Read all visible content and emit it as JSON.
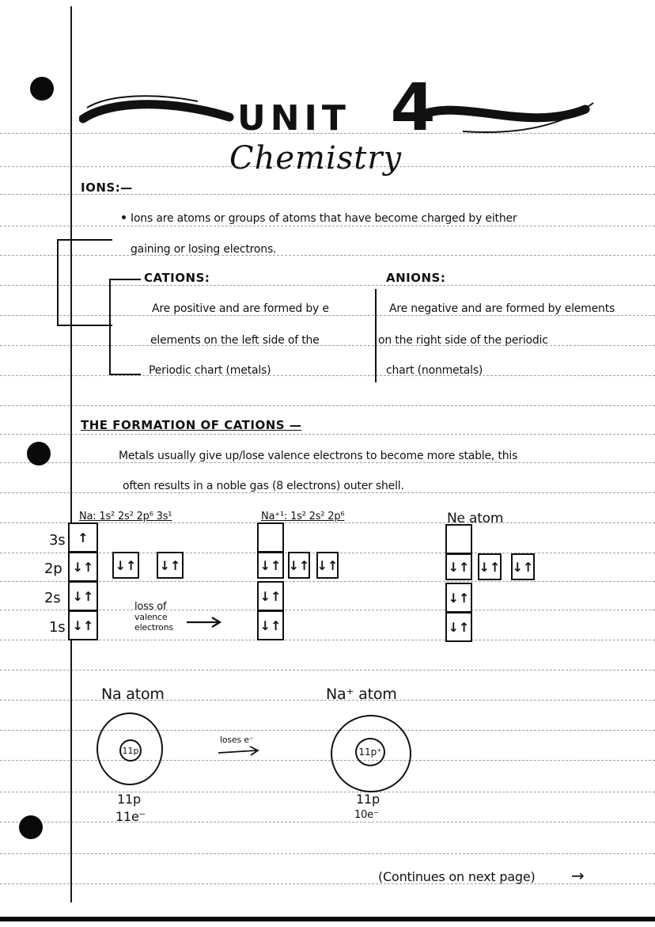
{
  "title": {
    "unit": "UNIT",
    "unit_number": "4",
    "subject": "Chemistry"
  },
  "ions": {
    "heading": "IONS:—",
    "definition_line1": "Ions are atoms or groups of atoms that have become charged by either",
    "definition_line2": "gaining or losing electrons.",
    "cations": {
      "heading": "CATIONS:",
      "line1": "Are positive and are formed by e",
      "line2": "elements on the left side of the",
      "line3": "Periodic chart (metals)"
    },
    "anions": {
      "heading": "ANIONS:",
      "line1": "Are negative and are formed by elements",
      "line2": "on the right side of the periodic",
      "line3": "chart (nonmetals)"
    }
  },
  "formation": {
    "heading": "THE FORMATION OF CATIONS —",
    "line1": "Metals usually give up/lose valence electrons to become more stable, this",
    "line2": "often results in a noble gas (8 electrons) outer shell."
  },
  "orbital_diagrams": {
    "na": {
      "label": "Na: 1s² 2s² 2p⁶ 3s¹",
      "levels": [
        "3s",
        "2p",
        "2s",
        "1s"
      ],
      "boxes": {
        "3s": "↑",
        "2p": [
          "↓↑",
          "↓↑",
          "↓↑"
        ],
        "2s": "↓↑",
        "1s": "↓↑"
      }
    },
    "arrow_note": [
      "loss of",
      "valence",
      "electrons"
    ],
    "na_ion": {
      "label": "Na⁺¹: 1s² 2s² 2p⁶",
      "boxes": {
        "3s": "",
        "2p": [
          "↓↑",
          "↓↑",
          "↓↑"
        ],
        "2s": "↓↑",
        "1s": "↓↑"
      }
    },
    "ne": {
      "label": "Ne atom",
      "boxes": {
        "3s": "",
        "2p": [
          "↓↑",
          "↓↑",
          "↓↑"
        ],
        "2s": "↓↑",
        "1s": "↓↑"
      }
    }
  },
  "atom_models": {
    "na": {
      "label": "Na atom",
      "nucleus": "11p",
      "protons": "11p",
      "electrons": "11e⁻"
    },
    "arrow_label": "loses e⁻",
    "na_ion": {
      "label": "Na⁺ atom",
      "nucleus": "11p⁺",
      "protons": "11p",
      "electrons": "10e⁻"
    }
  },
  "footer": {
    "continue_note": "(Continues on next page)",
    "arrow": "→"
  }
}
